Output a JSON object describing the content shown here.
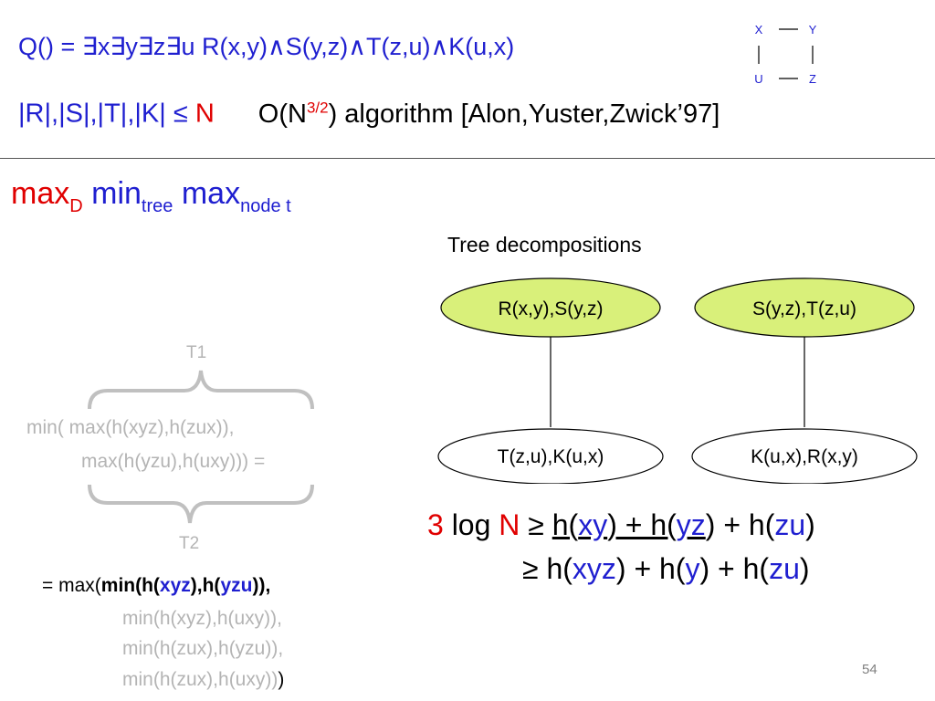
{
  "query": {
    "text": "Q() = ∃x∃y∃z∃u R(x,y)∧S(y,z)∧T(z,u)∧K(u,x)"
  },
  "square": {
    "x": "X",
    "y": "Y",
    "u": "U",
    "z": "Z"
  },
  "sizes": {
    "relations": "|R|,|S|,|T|,|K| ≤ ",
    "bound": "N",
    "algo_prefix": "O(N",
    "algo_exp": "3/2",
    "algo_suffix": ") algorithm [Alon,Yuster,Zwick’97]"
  },
  "minmax": {
    "max1": "max",
    "sub1": "D",
    "min": " min",
    "sub2": "tree",
    "max2": " max",
    "sub3": "node t"
  },
  "tree_decompositions": {
    "title": "Tree decompositions",
    "tree1": {
      "top": "R(x,y),S(y,z)",
      "bottom": "T(z,u),K(u,x)"
    },
    "tree2": {
      "top": "S(y,z),T(z,u)",
      "bottom": "K(u,x),R(x,y)"
    }
  },
  "min_expr": {
    "t1": "T1",
    "t2": "T2",
    "line1": "min( max(h(xyz),h(zux)),",
    "line2": "max(h(yzu),h(uxy))) ="
  },
  "bound": {
    "l1": {
      "a": "3",
      "b": " log ",
      "c": "N",
      "d": " ≥  ",
      "e": "h(",
      "f": "xy",
      "g": ") + h(",
      "h": "yz",
      "i": ") + h(",
      "j": "zu",
      "k": ")"
    },
    "l2": {
      "a": "≥ h(",
      "b": "xyz",
      "c": ") + h(",
      "d": "y",
      "e": ") + h(",
      "f": "zu",
      "g": ")"
    }
  },
  "equation": {
    "l1": {
      "a": "= max(",
      "b": "min(h(",
      "c": "xyz",
      "d": "),h(",
      "e": "yzu",
      "f": ")),",
      "g": ""
    },
    "l2": "min(h(xyz),h(uxy)),",
    "l3": "min(h(zux),h(yzu)),",
    "l4": {
      "a": "min(h(zux),h(uxy))",
      "b": ")"
    }
  },
  "slide_number": "54",
  "colors": {
    "blue": "#1f1fd0",
    "red": "#e00000",
    "node_fill": "#d9f07a",
    "gray": "#b4b4b4"
  }
}
